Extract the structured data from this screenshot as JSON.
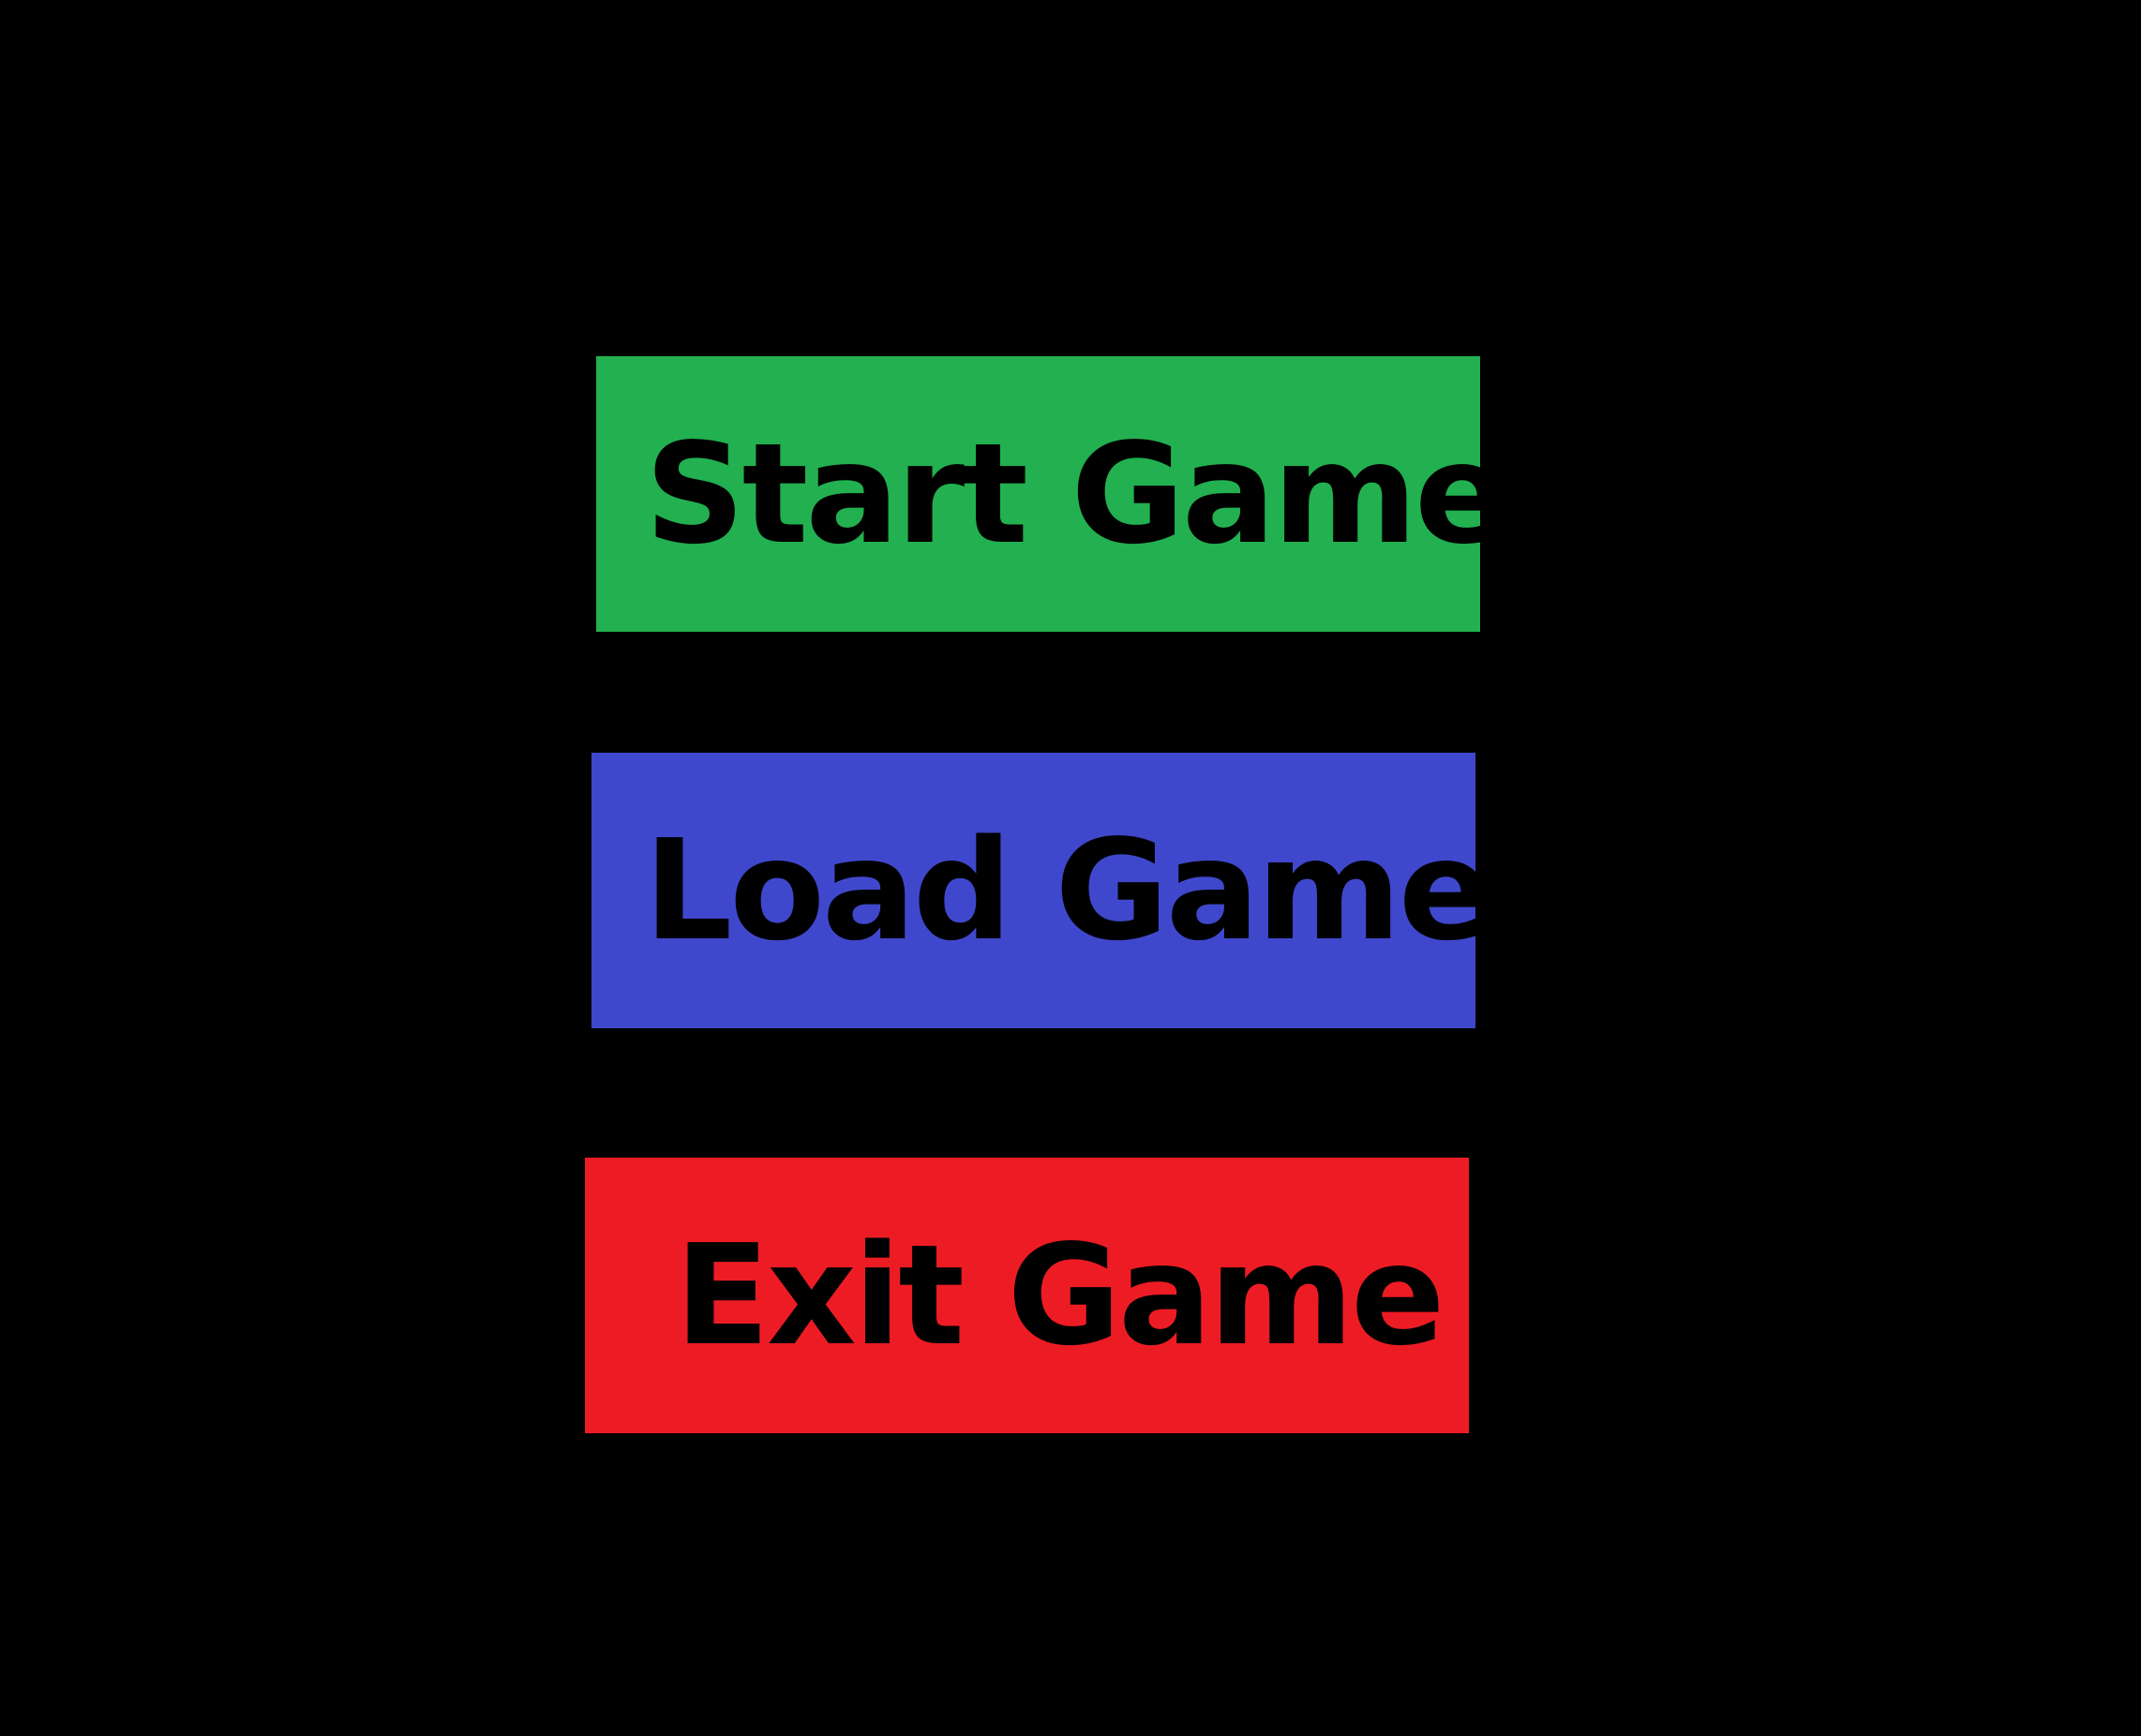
{
  "background_color": "#000000",
  "main_menu": {
    "buttons": [
      {
        "id": "start",
        "label": "Start Game",
        "color": "#22B050"
      },
      {
        "id": "load",
        "label": "Load Game",
        "color": "#3F48CC"
      },
      {
        "id": "exit",
        "label": "Exit Game",
        "color": "#ED1C24"
      }
    ]
  }
}
